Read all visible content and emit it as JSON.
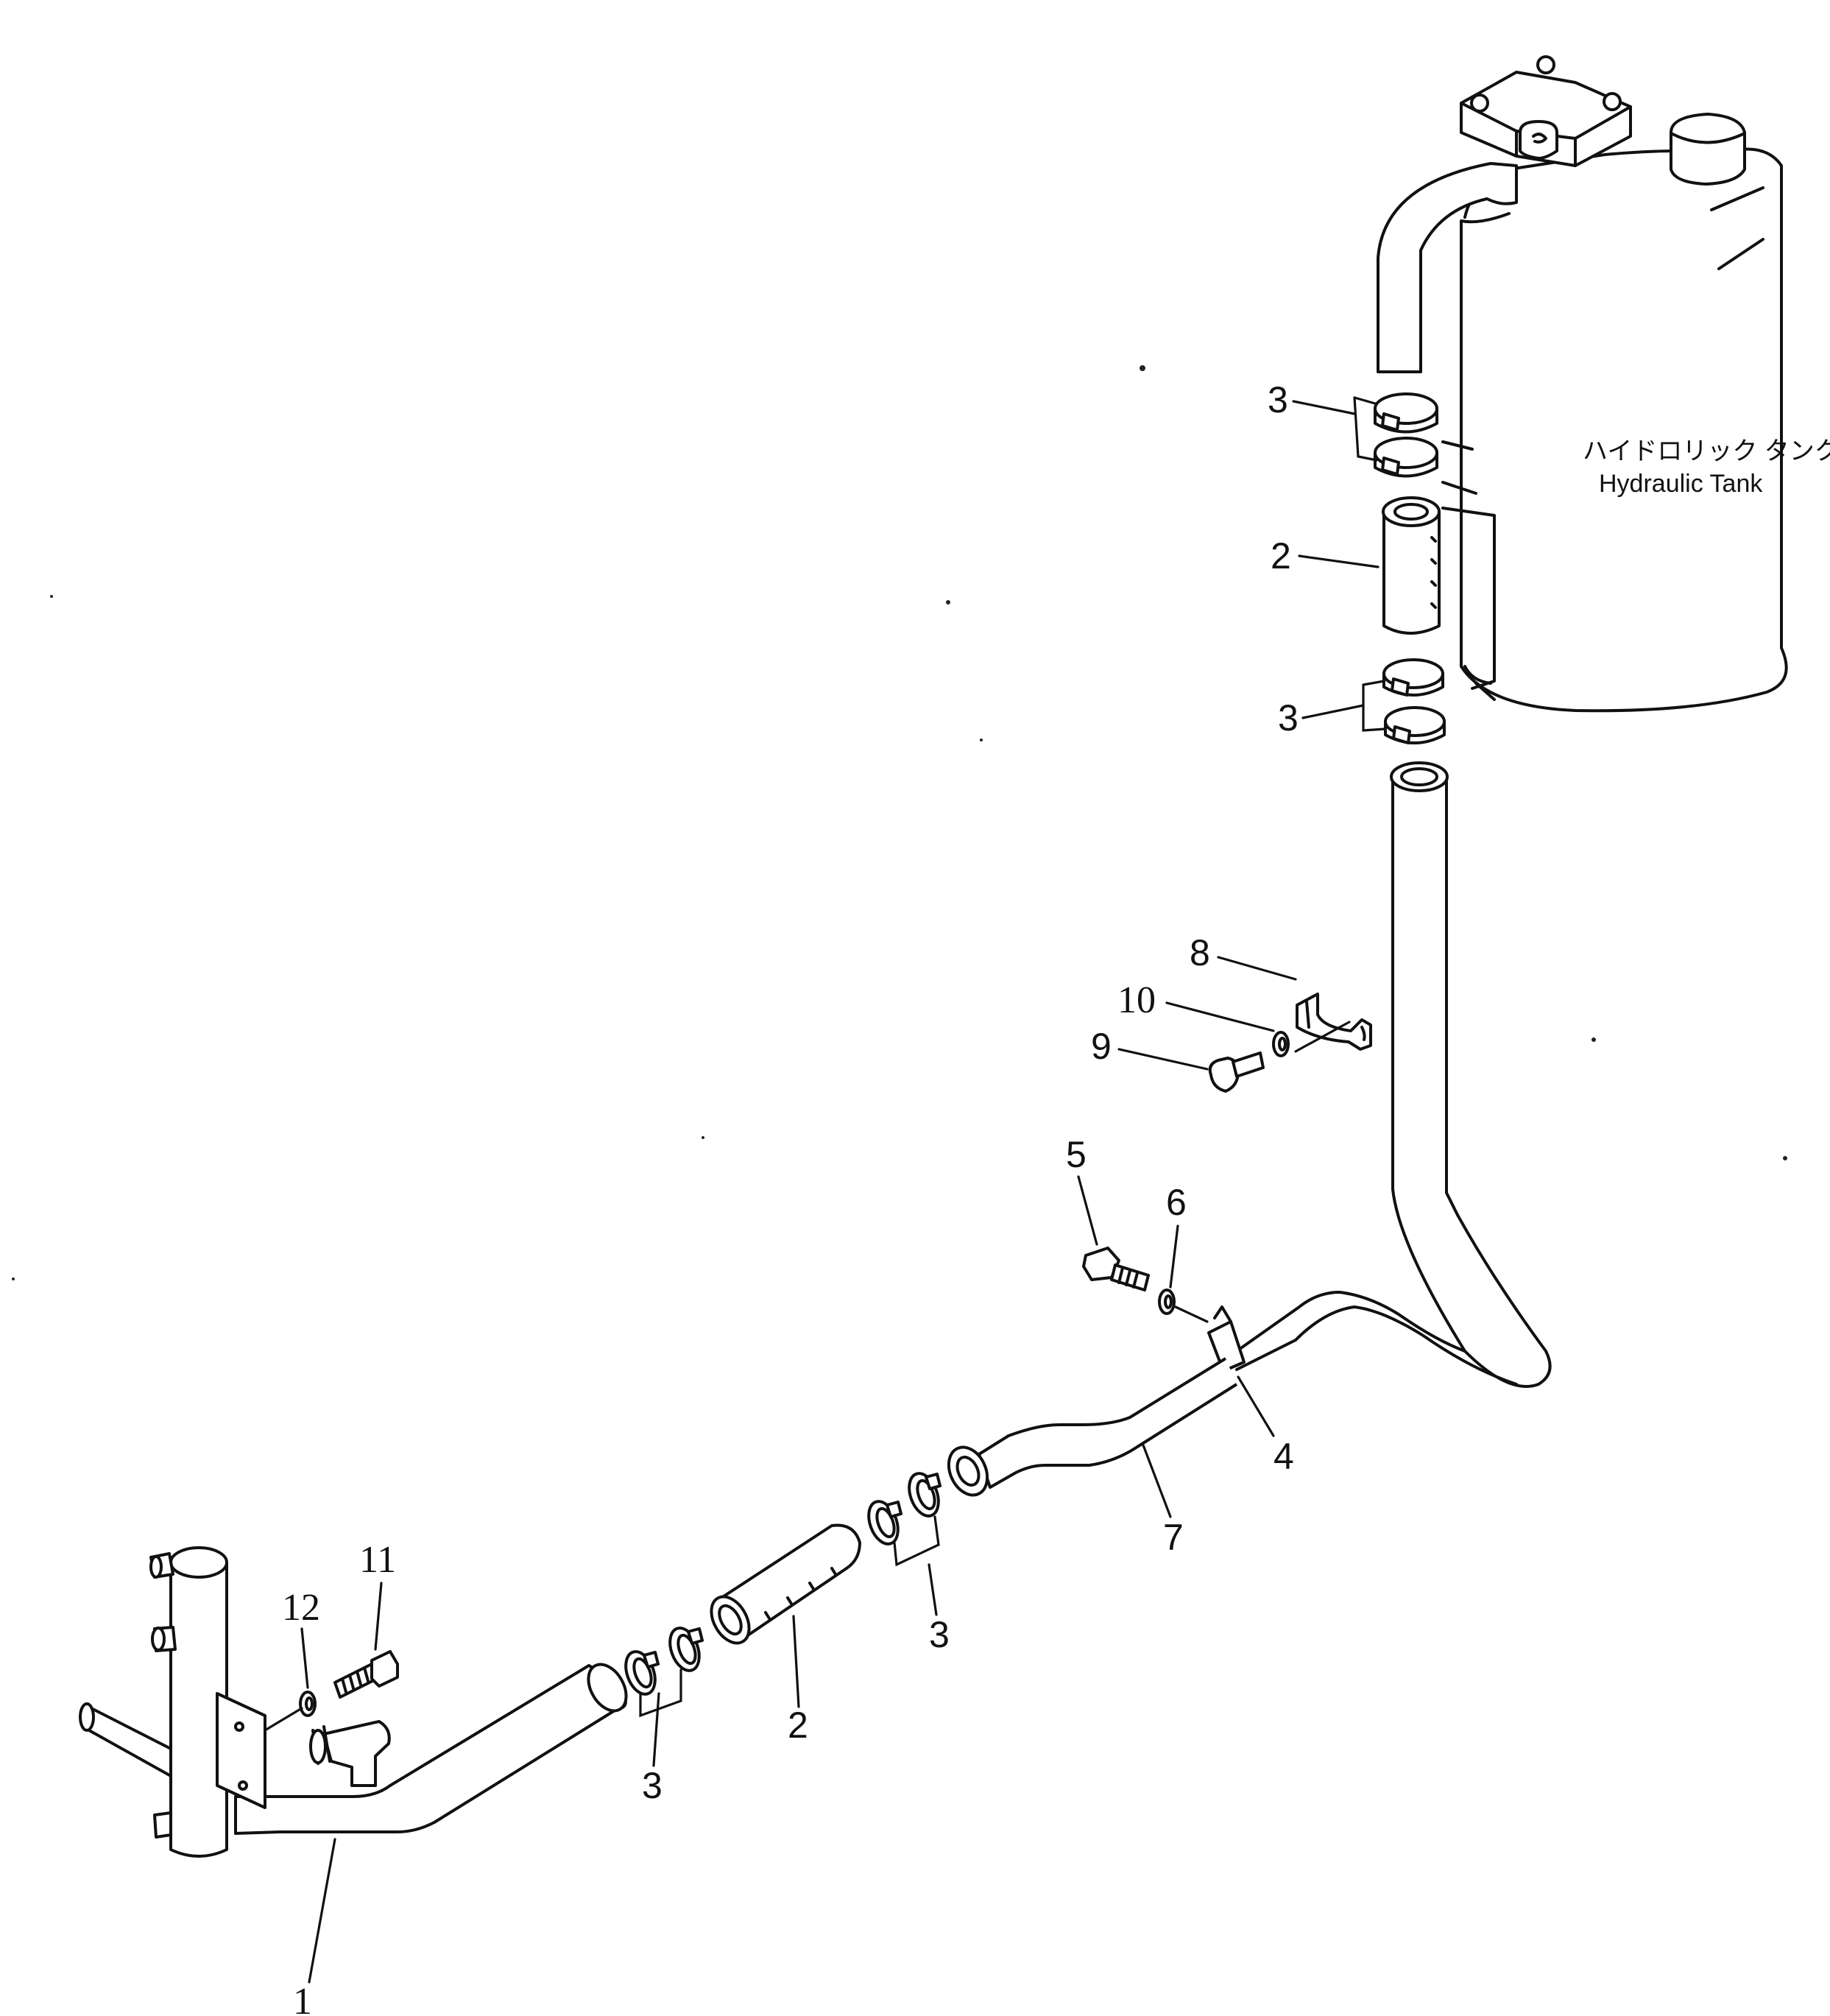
{
  "tank_label": {
    "japanese": "ハイドロリック タンク",
    "english": "Hydraulic Tank"
  },
  "callouts": {
    "c1": "1",
    "c2_lower": "2",
    "c2_upper": "2",
    "c3_top": "3",
    "c3_mid": "3",
    "c3_lower_left": "3",
    "c3_lower_right": "3",
    "c4": "4",
    "c5": "5",
    "c6": "6",
    "c7": "7",
    "c8": "8",
    "c9": "9",
    "c10": "10",
    "c11": "11",
    "c12": "12"
  },
  "part_names": {
    "p1": "elbow-tube-assembly",
    "p2": "hose",
    "p3": "hose-clamp",
    "p4": "clamp",
    "p5": "bolt",
    "p6": "washer",
    "p7": "tube",
    "p8": "bracket",
    "p9": "bolt",
    "p10": "washer",
    "p11": "bolt",
    "p12": "washer"
  }
}
